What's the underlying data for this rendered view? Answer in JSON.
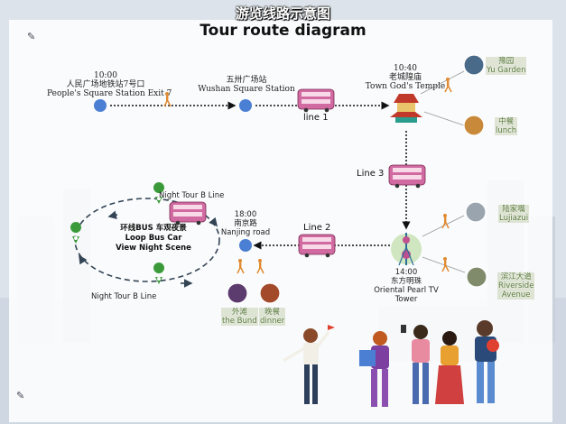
{
  "title": {
    "zh": "游览线路示意图",
    "en": "Tour route diagram"
  },
  "stops": {
    "peoples_square": {
      "time": "10:00",
      "zh": "人民广场地铁站7号口",
      "en": "People's Square Station Exit 7"
    },
    "wushan": {
      "zh": "五卅广场站",
      "en": "Wushan Square Station"
    },
    "town_god": {
      "time": "10:40",
      "zh": "老城隍庙",
      "en": "Town God's Temple"
    },
    "pearl_tower": {
      "time": "14:00",
      "zh": "东方明珠",
      "en1": "Oriental Pearl TV",
      "en2": "Tower"
    },
    "nanjing": {
      "time": "18:00",
      "zh": "南京路",
      "en": "Nanjing road"
    }
  },
  "lines": {
    "line1": "line 1",
    "line2": "Line 2",
    "line3": "Line 3"
  },
  "pois": {
    "yu_garden": {
      "zh": "豫园",
      "en": "Yu Garden"
    },
    "lunch": {
      "zh": "中餐",
      "en": "lunch"
    },
    "lujiazui": {
      "zh": "陆家嘴",
      "en": "Lujiazui"
    },
    "riverside": {
      "zh": "滨江大道",
      "en1": "Riverside",
      "en2": "Avenue"
    },
    "bund": {
      "zh": "外滩",
      "en": "the Bund"
    },
    "dinner": {
      "zh": "晚餐",
      "en": "dinner"
    }
  },
  "loop": {
    "zh": "环线BUS 车观夜景",
    "en1": "Loop Bus Car",
    "en2": "View Night Scene",
    "top_label": "Night Tour B Line",
    "bottom_label": "Night Tour B Line"
  },
  "colors": {
    "station_dot": "#4a7fd4",
    "bus": "#c0508f",
    "walker": "#e08a30",
    "pin": "#3a9a3a",
    "loop": "#345"
  }
}
